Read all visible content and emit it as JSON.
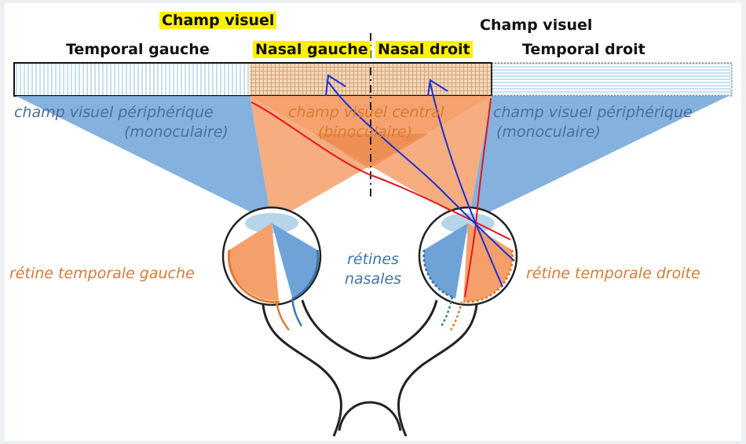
{
  "headers": {
    "champ_visuel_left": "Champ visuel",
    "champ_visuel_right": "Champ visuel",
    "temporal_gauche": "Temporal gauche",
    "nasal_gauche": "Nasal gauche",
    "nasal_droit": "Nasal droit",
    "temporal_droit": "Temporal droit"
  },
  "labels": {
    "peripheral_left_1": "champ visuel périphérique",
    "peripheral_left_2": "(monoculaire)",
    "central_1": "champ visuel central",
    "central_2": "(binoculaire)",
    "peripheral_right_1": "champ visuel périphérique",
    "peripheral_right_2": "(monoculaire)",
    "retine_temporale_gauche": "rétine temporale gauche",
    "retines_nasales_1": "rétines",
    "retines_nasales_2": "nasales",
    "retine_temporale_droite": "rétine temporale droite"
  },
  "colors": {
    "highlight": "#fff200",
    "blue_field": "#6fa3d8",
    "orange_field": "#f5a06b",
    "annotation_red": "#e8141c",
    "annotation_blue": "#1a2fd6"
  }
}
